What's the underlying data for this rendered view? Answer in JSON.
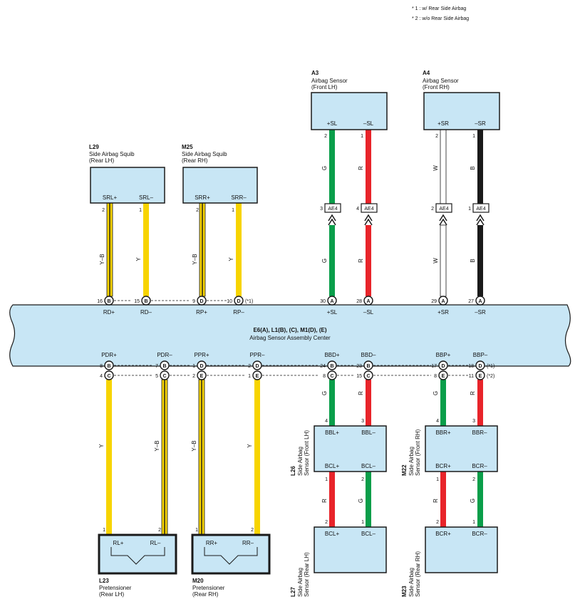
{
  "notes": [
    "* 1 : w/ Rear Side Airbag",
    "* 2 : w/o Rear Side Airbag"
  ],
  "ecu": {
    "title": "E6(A), L1(B), (C), M1(D), (E)",
    "subtitle": "Airbag Sensor Assembly Center",
    "top_pin_labels": [
      "RD+",
      "RD–",
      "RP+",
      "RP–",
      "+SL",
      "–SL",
      "+SR",
      "–SR"
    ],
    "bottom_pin_labels": [
      "PDR+",
      "PDR–",
      "PPR+",
      "PPR–",
      "BBD+",
      "BBD–",
      "BBP+",
      "BBP–"
    ],
    "top_pins": [
      {
        "num": "16",
        "conn": "B"
      },
      {
        "num": "15",
        "conn": "B"
      },
      {
        "num": "9",
        "conn": "D"
      },
      {
        "num": "10",
        "conn": "D",
        "note": "(*1)"
      },
      {
        "num": "30",
        "conn": "A"
      },
      {
        "num": "28",
        "conn": "A"
      },
      {
        "num": "29",
        "conn": "A"
      },
      {
        "num": "27",
        "conn": "A"
      }
    ],
    "bottom_pins_row1": [
      {
        "num": "8",
        "conn": "B"
      },
      {
        "num": "7",
        "conn": "B"
      },
      {
        "num": "1",
        "conn": "D"
      },
      {
        "num": "2",
        "conn": "D"
      },
      {
        "num": "24",
        "conn": "B"
      },
      {
        "num": "23",
        "conn": "B"
      },
      {
        "num": "17",
        "conn": "D"
      },
      {
        "num": "18",
        "conn": "D",
        "note": "(*1)"
      }
    ],
    "bottom_pins_row2": [
      {
        "num": "4",
        "conn": "C"
      },
      {
        "num": "5",
        "conn": "C"
      },
      {
        "num": "2",
        "conn": "E"
      },
      {
        "num": "1",
        "conn": "E"
      },
      {
        "num": "8",
        "conn": "C"
      },
      {
        "num": "15",
        "conn": "C"
      },
      {
        "num": "8",
        "conn": "E"
      },
      {
        "num": "11",
        "conn": "E",
        "note": "(*2)"
      }
    ]
  },
  "components": {
    "A3": {
      "code": "A3",
      "name": "Airbag Sensor",
      "sub": "(Front LH)",
      "terminals": [
        "+SL",
        "–SL"
      ],
      "pins": [
        "2",
        "1"
      ]
    },
    "A4": {
      "code": "A4",
      "name": "Airbag Sensor",
      "sub": "(Front RH)",
      "terminals": [
        "+SR",
        "–SR"
      ],
      "pins": [
        "2",
        "1"
      ]
    },
    "L29": {
      "code": "L29",
      "name": "Side Airbag Squib",
      "sub": "(Rear LH)",
      "terminals": [
        "SRL+",
        "SRL–"
      ],
      "pins": [
        "2",
        "1"
      ]
    },
    "M25": {
      "code": "M25",
      "name": "Side Airbag Squib",
      "sub": "(Rear RH)",
      "terminals": [
        "SRR+",
        "SRR–"
      ],
      "pins": [
        "2",
        "1"
      ]
    },
    "L26": {
      "code": "L26",
      "name": "Side Airbag",
      "sub": "Sensor (Front LH)",
      "terminals_top": [
        "BBL+",
        "BBL–"
      ],
      "terminals_bot": [
        "BCL+",
        "BCL–"
      ],
      "pins_top": [
        "4",
        "3"
      ],
      "pins_bot": [
        "1",
        "2"
      ]
    },
    "M22": {
      "code": "M22",
      "name": "Side Airbag",
      "sub": "Sensor (Front RH)",
      "terminals_top": [
        "BBR+",
        "BBR–"
      ],
      "terminals_bot": [
        "BCR+",
        "BCR–"
      ],
      "pins_top": [
        "4",
        "3"
      ],
      "pins_bot": [
        "1",
        "2"
      ]
    },
    "L27": {
      "code": "L27",
      "name": "Side Airbag",
      "sub": "Sensor (Rear LH)",
      "terminals": [
        "BCL+",
        "BCL–"
      ],
      "pins": [
        "2",
        "1"
      ]
    },
    "M23": {
      "code": "M23",
      "name": "Side Airbag",
      "sub": "Sensor (Rear RH)",
      "terminals": [
        "BCR+",
        "BCR–"
      ],
      "pins": [
        "2",
        "1"
      ]
    },
    "L23": {
      "code": "L23",
      "name": "Pretensioner",
      "sub": "(Rear LH)",
      "terminals": [
        "RL+",
        "RL–"
      ],
      "pins": [
        "1",
        "2"
      ]
    },
    "M20": {
      "code": "M20",
      "name": "Pretensioner",
      "sub": "(Rear RH)",
      "terminals": [
        "RR+",
        "RR–"
      ],
      "pins": [
        "1",
        "2"
      ]
    }
  },
  "junction": {
    "label": "AE4",
    "pins": [
      "3",
      "4",
      "2",
      "1"
    ]
  },
  "wire_colors": {
    "G": "#0a9e4a",
    "R": "#e8242a",
    "W": "#ffffff",
    "B": "#1a1a1a",
    "Y": "#f7d400",
    "Y–B": "#f7d400"
  },
  "wire_labels": {
    "a3_pos": "G",
    "a3_neg": "R",
    "a4_pos": "W",
    "a4_neg": "B",
    "sq_l_pos": "Y–B",
    "sq_l_neg": "Y",
    "sq_r_pos": "Y–B",
    "sq_r_neg": "Y",
    "pt_l_pos": "Y",
    "pt_l_neg": "Y–B",
    "pt_r_pos": "Y–B",
    "pt_r_neg": "Y",
    "fl_pos": "G",
    "fl_neg": "R",
    "fr_pos": "G",
    "fr_neg": "R",
    "rl_pos": "R",
    "rl_neg": "G",
    "rr_pos": "R",
    "rr_neg": "G"
  },
  "colors": {
    "box_fill": "#c8e6f5",
    "box_stroke": "#1a1a1a"
  }
}
